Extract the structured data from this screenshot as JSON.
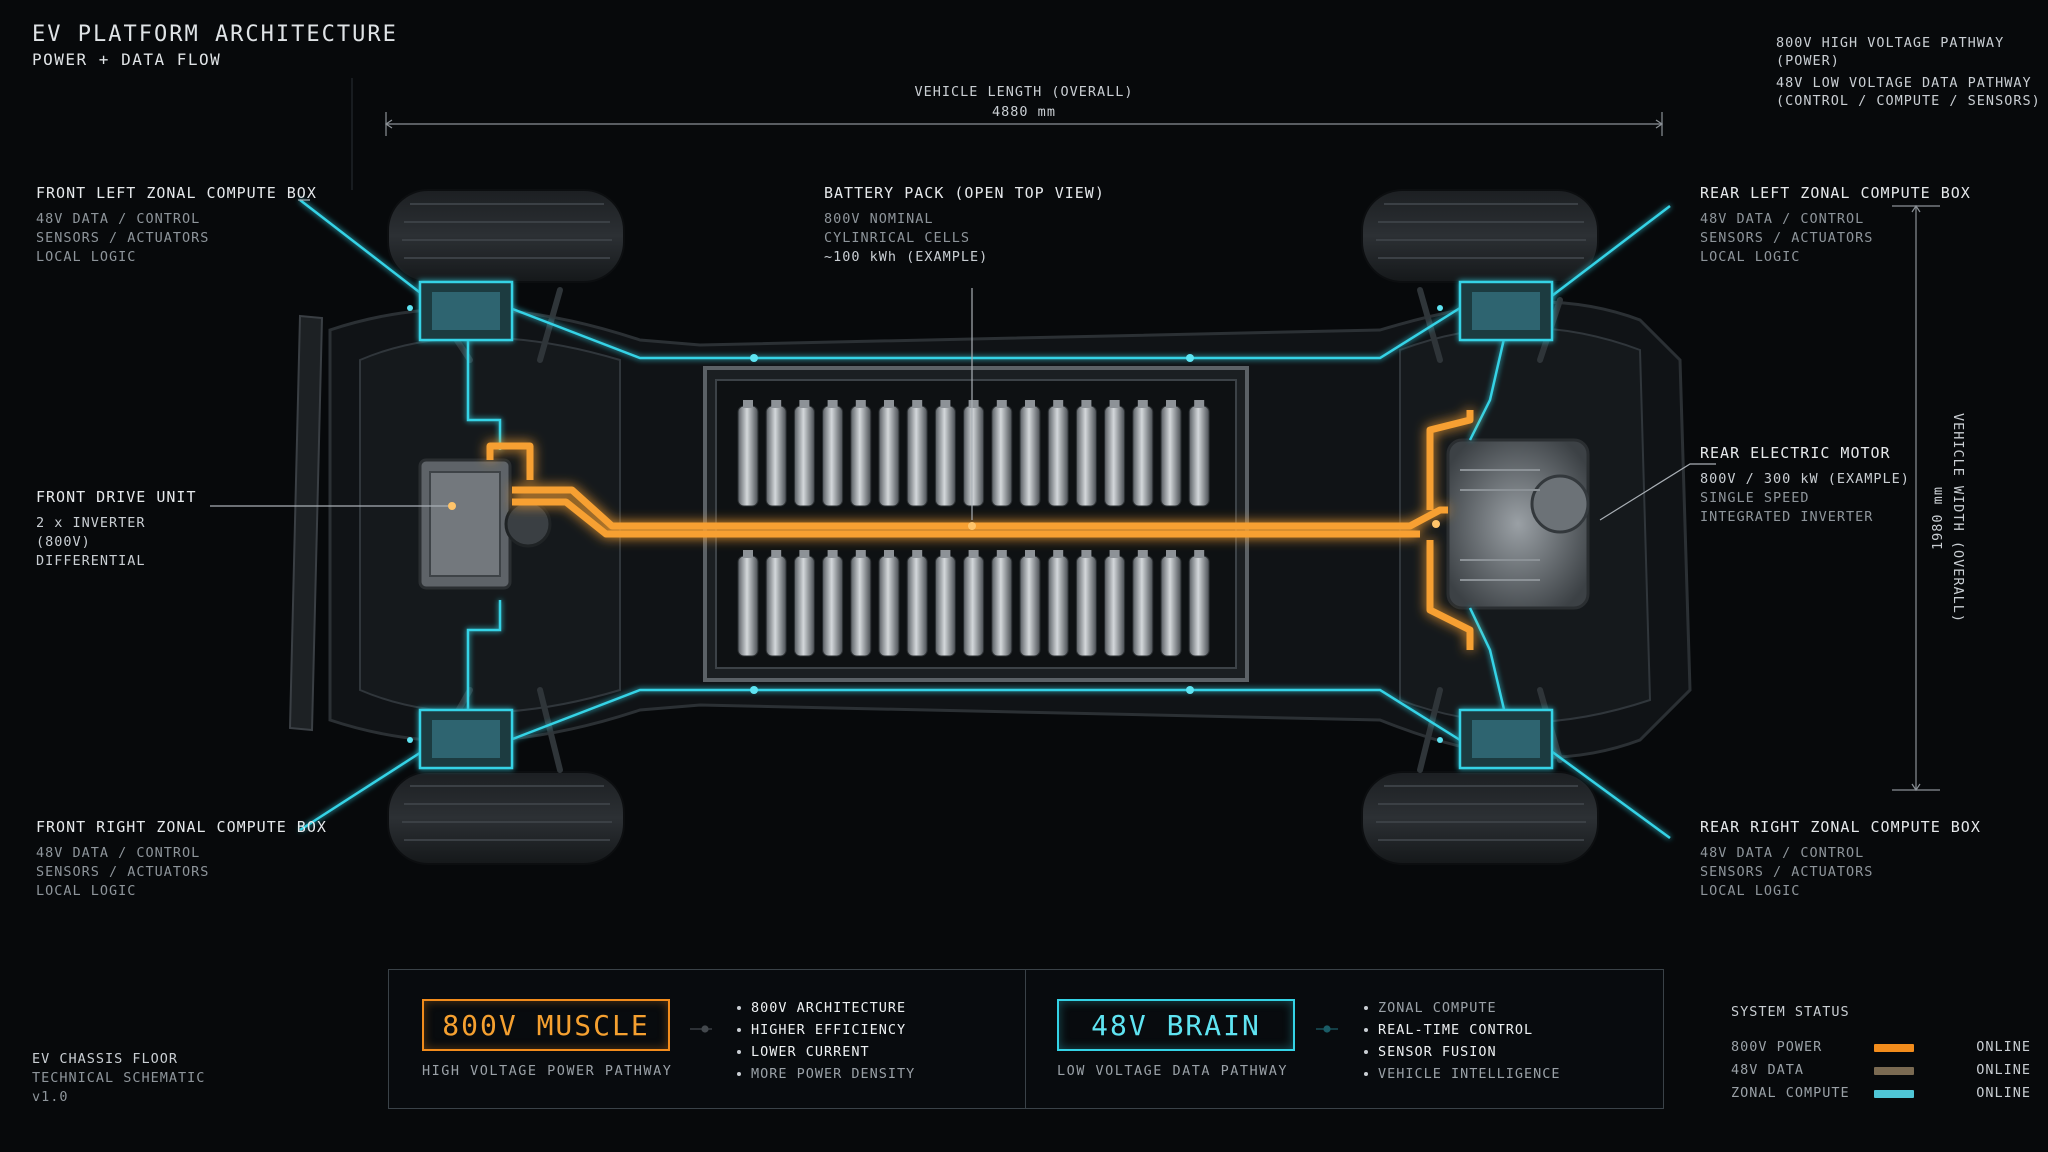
{
  "header": {
    "title": "EV PLATFORM ARCHITECTURE",
    "subtitle": "POWER + DATA FLOW"
  },
  "legend": {
    "high_voltage": {
      "line1": "800V HIGH VOLTAGE PATHWAY",
      "line2": "(POWER)",
      "color": "#f28c1c"
    },
    "low_voltage": {
      "line1": "48V LOW VOLTAGE DATA PATHWAY",
      "line2": "(CONTROL / COMPUTE / SENSORS)",
      "color": "#34d3e6"
    }
  },
  "dimensions": {
    "length_label": "VEHICLE LENGTH (OVERALL)",
    "length_value": "4880 mm",
    "width_label": "VEHICLE WIDTH (OVERALL)",
    "width_value": "1980 mm"
  },
  "callouts": {
    "front_left": {
      "title": "FRONT LEFT ZONAL COMPUTE BOX",
      "l1": "48V DATA / CONTROL",
      "l2": "SENSORS / ACTUATORS",
      "l3": "LOCAL LOGIC"
    },
    "front_drive": {
      "title": "FRONT DRIVE UNIT",
      "l1": "2 x INVERTER",
      "l2": "(800V)",
      "l3": "DIFFERENTIAL"
    },
    "front_right": {
      "title": "FRONT RIGHT ZONAL COMPUTE BOX",
      "l1": "48V DATA / CONTROL",
      "l2": "SENSORS / ACTUATORS",
      "l3": "LOCAL LOGIC"
    },
    "battery": {
      "title": "BATTERY PACK (OPEN TOP VIEW)",
      "l1": "800V NOMINAL",
      "l2": "CYLINRICAL CELLS",
      "l3": "~100 kWh (EXAMPLE)"
    },
    "rear_left": {
      "title": "REAR LEFT ZONAL COMPUTE BOX",
      "l1": "48V DATA / CONTROL",
      "l2": "SENSORS / ACTUATORS",
      "l3": "LOCAL LOGIC"
    },
    "rear_motor": {
      "title": "REAR ELECTRIC MOTOR",
      "l1": "800V / 300 kW (EXAMPLE)",
      "l2": "SINGLE SPEED",
      "l3": "INTEGRATED INVERTER"
    },
    "rear_right": {
      "title": "REAR RIGHT ZONAL COMPUTE BOX",
      "l1": "48V DATA / CONTROL",
      "l2": "SENSORS / ACTUATORS",
      "l3": "LOCAL LOGIC"
    }
  },
  "footer_left": {
    "l1": "EV CHASSIS FLOOR",
    "l2": "TECHNICAL SCHEMATIC",
    "l3": "v1.0"
  },
  "summary": {
    "muscle": {
      "label": "800V MUSCLE",
      "caption": "HIGH VOLTAGE POWER PATHWAY",
      "bullets": [
        "800V ARCHITECTURE",
        "HIGHER EFFICIENCY",
        "LOWER CURRENT",
        "MORE POWER DENSITY"
      ]
    },
    "brain": {
      "label": "48V BRAIN",
      "caption": "LOW VOLTAGE DATA PATHWAY",
      "bullets": [
        "ZONAL COMPUTE",
        "REAL-TIME CONTROL",
        "SENSOR FUSION",
        "VEHICLE INTELLIGENCE"
      ]
    }
  },
  "system_status": {
    "title": "SYSTEM STATUS",
    "rows": [
      {
        "name": "800V POWER",
        "value": "ONLINE",
        "color": "#f28c1c"
      },
      {
        "name": "48V DATA",
        "value": "ONLINE",
        "color": "#7a6a52"
      },
      {
        "name": "ZONAL COMPUTE",
        "value": "ONLINE",
        "color": "#4fc6d6"
      }
    ]
  }
}
